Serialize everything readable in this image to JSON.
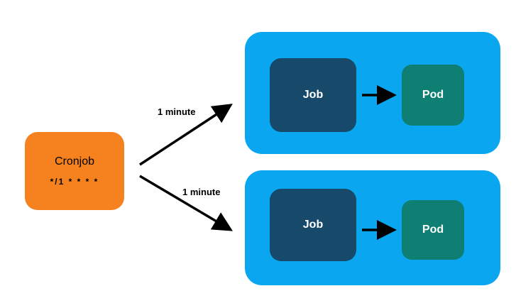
{
  "diagram": {
    "cronjob": {
      "label": "Cronjob",
      "schedule": "*/1 * * * *",
      "color": "#F6821F"
    },
    "edges": [
      {
        "label": "1 minute",
        "from": "cronjob",
        "to": "group-top"
      },
      {
        "label": "1 minute",
        "from": "cronjob",
        "to": "group-bottom"
      }
    ],
    "groups": [
      {
        "job_label": "Job",
        "pod_label": "Pod"
      },
      {
        "job_label": "Job",
        "pod_label": "Pod"
      }
    ],
    "colors": {
      "group_background": "#0AA7F0",
      "job_background": "#17496B",
      "pod_background": "#0E7F72",
      "arrow": "#000000",
      "cronjob_background": "#F6821F"
    }
  }
}
